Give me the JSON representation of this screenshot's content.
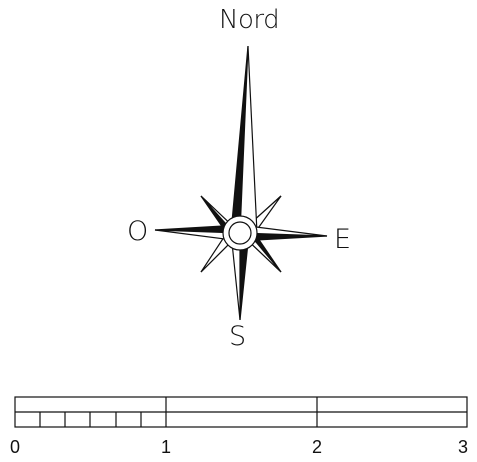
{
  "compass": {
    "north_label": "Nord",
    "east_label": "E",
    "south_label": "S",
    "west_label": "O"
  },
  "scale_bar": {
    "ticks": [
      "0",
      "1",
      "2",
      "3"
    ],
    "subdivisions_first_segment": 6,
    "major_segments": 3
  },
  "colors": {
    "ink": "#111111",
    "background": "#ffffff"
  }
}
